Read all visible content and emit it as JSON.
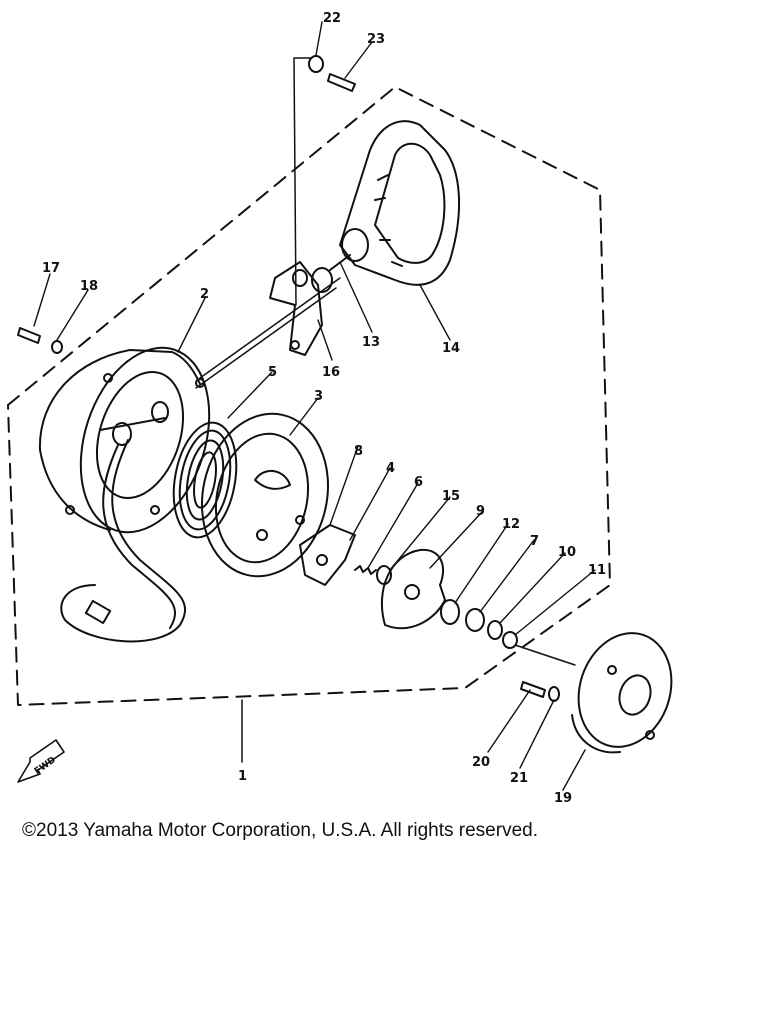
{
  "diagram": {
    "part_labels": [
      {
        "id": "p1",
        "text": "1"
      },
      {
        "id": "p2",
        "text": "2"
      },
      {
        "id": "p3",
        "text": "3"
      },
      {
        "id": "p4",
        "text": "4"
      },
      {
        "id": "p5",
        "text": "5"
      },
      {
        "id": "p6",
        "text": "6"
      },
      {
        "id": "p7",
        "text": "7"
      },
      {
        "id": "p8",
        "text": "8"
      },
      {
        "id": "p9",
        "text": "9"
      },
      {
        "id": "p10",
        "text": "10"
      },
      {
        "id": "p11",
        "text": "11"
      },
      {
        "id": "p12",
        "text": "12"
      },
      {
        "id": "p13",
        "text": "13"
      },
      {
        "id": "p14",
        "text": "14"
      },
      {
        "id": "p15",
        "text": "15"
      },
      {
        "id": "p16",
        "text": "16"
      },
      {
        "id": "p17",
        "text": "17"
      },
      {
        "id": "p18",
        "text": "18"
      },
      {
        "id": "p19",
        "text": "19"
      },
      {
        "id": "p20",
        "text": "20"
      },
      {
        "id": "p21",
        "text": "21"
      },
      {
        "id": "p22",
        "text": "22"
      },
      {
        "id": "p23",
        "text": "23"
      }
    ],
    "fwd_label": "FWD",
    "line_color": "#111111"
  },
  "footer": {
    "copyright": "©2013 Yamaha Motor Corporation, U.S.A. All rights reserved."
  }
}
